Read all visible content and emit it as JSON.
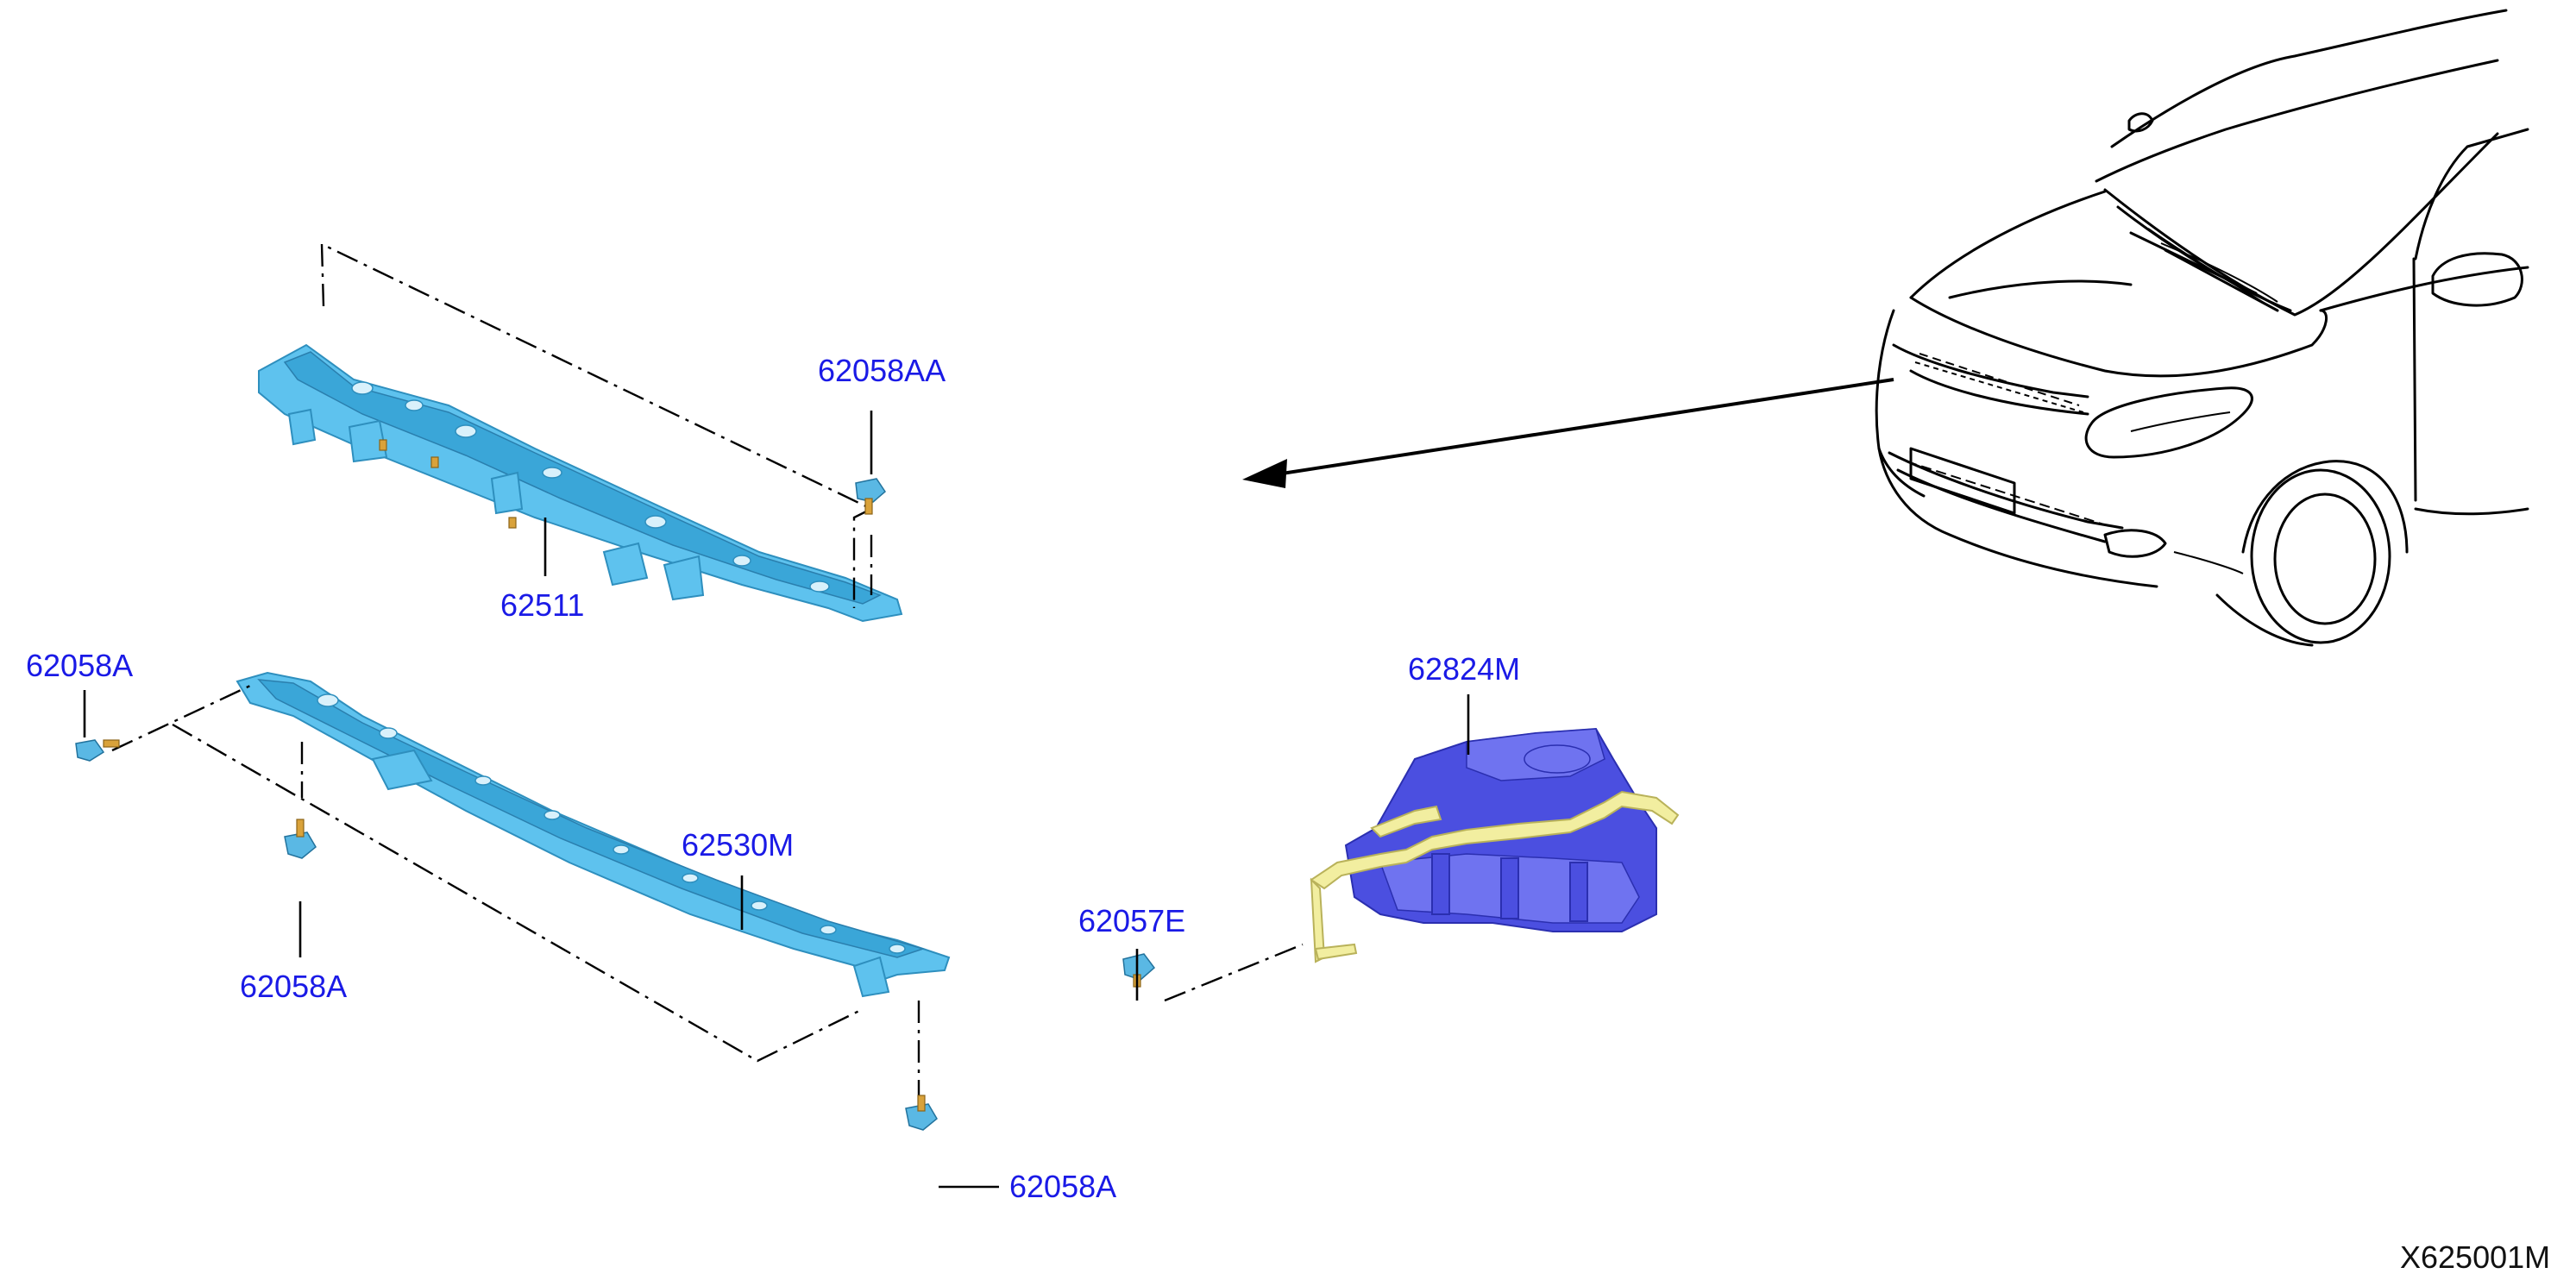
{
  "diagram": {
    "code": "X625001M",
    "callouts": {
      "upper_support": "62511",
      "upper_clip": "62058AA",
      "left_clip": "62058A",
      "lower_clip_left": "62058A",
      "lower_support": "62530M",
      "lower_clip_right": "62058A",
      "side_clip": "62057E",
      "duct": "62824M"
    }
  },
  "colors": {
    "callout_text": "#1a1ae6",
    "support_parts": "#5ec2ee",
    "duct_part": "#4b4fe0",
    "seal": "#f2eea0",
    "lines": "#000000"
  }
}
